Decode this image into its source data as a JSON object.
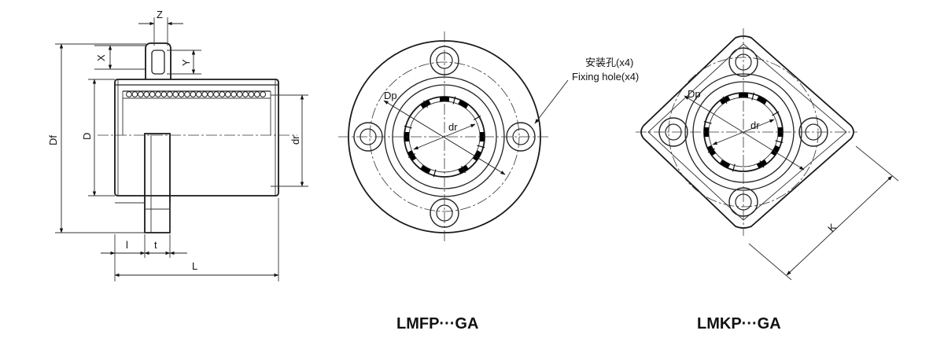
{
  "labels": {
    "z": "Z",
    "x": "X",
    "y": "Y",
    "df": "Df",
    "d": "D",
    "dr_side": "dr",
    "l_small": "l",
    "t": "t",
    "l_big": "L",
    "dp_round": "Dp",
    "dr_round": "dr",
    "dp_square": "Dp",
    "dr_square": "dr",
    "k": "K"
  },
  "callout": {
    "cn": "安装孔(x4)",
    "en": "Fixing hole(x4)"
  },
  "captions": {
    "round": "LMFP···GA",
    "square": "LMKP···GA"
  },
  "colors": {
    "line": "#222222",
    "bearing_mark": "#000000",
    "background": "#ffffff"
  }
}
